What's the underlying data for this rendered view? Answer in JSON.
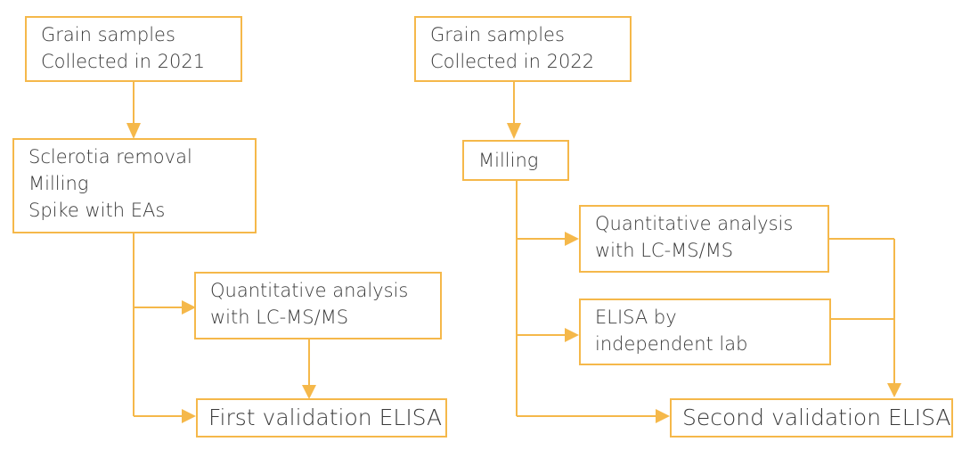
{
  "left_flow": {
    "samples": [
      "Grain samples",
      "Collected in 2021"
    ],
    "prep": [
      "Sclerotia removal",
      "Milling",
      "Spike with EAs"
    ],
    "lcms": [
      "Quantitative analysis",
      "with LC-MS/MS"
    ],
    "validation": "First validation ELISA"
  },
  "right_flow": {
    "samples": [
      "Grain samples",
      "Collected in 2022"
    ],
    "milling": "Milling",
    "lcms": [
      "Quantitative analysis",
      "with LC-MS/MS"
    ],
    "elisa_lab": [
      "ELISA by",
      "independent lab"
    ],
    "validation": "Second validation ELISA"
  },
  "colors": {
    "accent": "#f5b84a",
    "text": "#3a3a3a"
  }
}
